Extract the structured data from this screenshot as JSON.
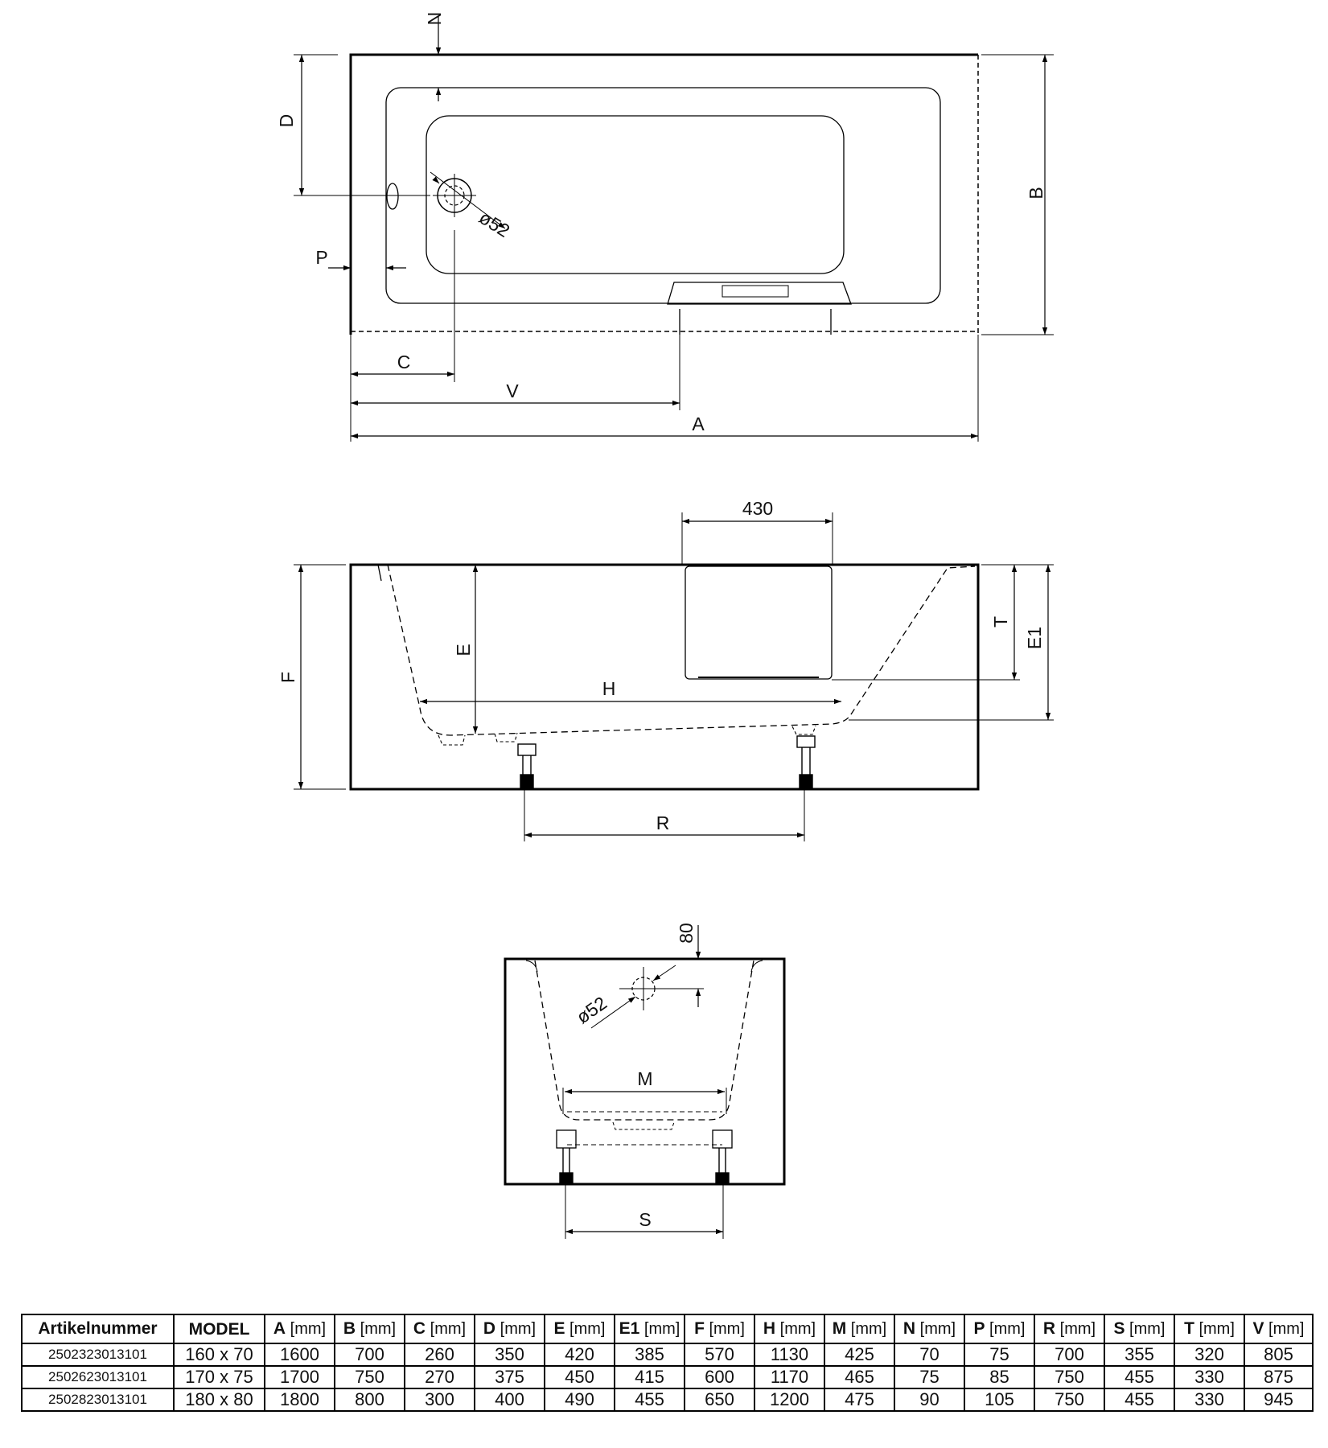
{
  "drawing": {
    "top_view_labels": {
      "N": "N",
      "D": "D",
      "B": "B",
      "P": "P",
      "C": "C",
      "V": "V",
      "A": "A",
      "diameter": "ø52"
    },
    "side_view_labels": {
      "width_430": "430",
      "F": "F",
      "E": "E",
      "H": "H",
      "T": "T",
      "E1": "E1",
      "R": "R"
    },
    "end_view_labels": {
      "offset_80": "80",
      "diameter": "ø52",
      "M": "M",
      "S": "S"
    }
  },
  "table": {
    "headers": [
      {
        "key": "Artikelnummer",
        "unit": ""
      },
      {
        "key": "MODEL",
        "unit": ""
      },
      {
        "key": "A",
        "unit": "[mm]"
      },
      {
        "key": "B",
        "unit": "[mm]"
      },
      {
        "key": "C",
        "unit": "[mm]"
      },
      {
        "key": "D",
        "unit": "[mm]"
      },
      {
        "key": "E",
        "unit": "[mm]"
      },
      {
        "key": "E1",
        "unit": "[mm]"
      },
      {
        "key": "F",
        "unit": "[mm]"
      },
      {
        "key": "H",
        "unit": "[mm]"
      },
      {
        "key": "M",
        "unit": "[mm]"
      },
      {
        "key": "N",
        "unit": "[mm]"
      },
      {
        "key": "P",
        "unit": "[mm]"
      },
      {
        "key": "R",
        "unit": "[mm]"
      },
      {
        "key": "S",
        "unit": "[mm]"
      },
      {
        "key": "T",
        "unit": "[mm]"
      },
      {
        "key": "V",
        "unit": "[mm]"
      }
    ],
    "rows": [
      [
        "2502323013101",
        "160 x 70",
        "1600",
        "700",
        "260",
        "350",
        "420",
        "385",
        "570",
        "1130",
        "425",
        "70",
        "75",
        "700",
        "355",
        "320",
        "805"
      ],
      [
        "2502623013101",
        "170 x 75",
        "1700",
        "750",
        "270",
        "375",
        "450",
        "415",
        "600",
        "1170",
        "465",
        "75",
        "85",
        "750",
        "455",
        "330",
        "875"
      ],
      [
        "2502823013101",
        "180 x 80",
        "1800",
        "800",
        "300",
        "400",
        "490",
        "455",
        "650",
        "1200",
        "475",
        "90",
        "105",
        "750",
        "455",
        "330",
        "945"
      ]
    ]
  }
}
